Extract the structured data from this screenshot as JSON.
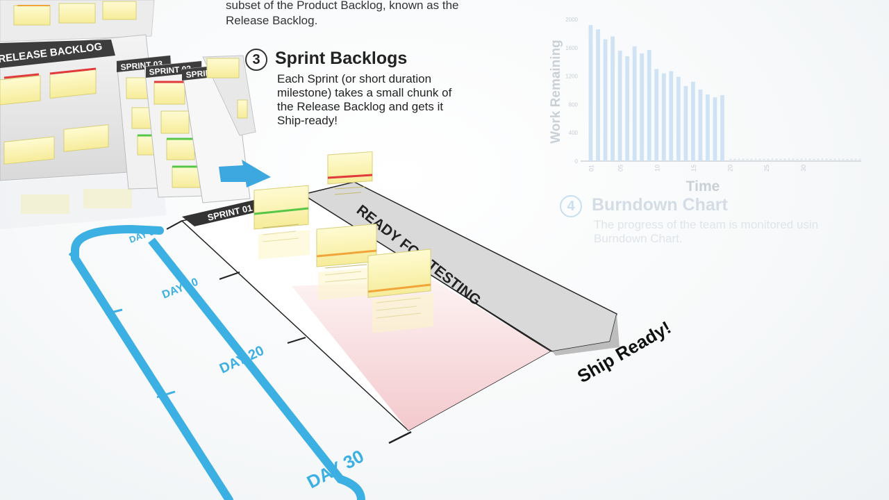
{
  "intro": {
    "line1": "subset of the Product Backlog, known as the",
    "line2": "Release Backlog."
  },
  "release_backlog": {
    "label": "RELEASE BACKLOG"
  },
  "sprint_panels": [
    {
      "label": "SPRINT 03"
    },
    {
      "label": "SPRINT 02"
    },
    {
      "label": "SPRINT 01"
    }
  ],
  "step3": {
    "number": "3",
    "title": "Sprint Backlogs",
    "desc_lines": [
      "Each Sprint (or short duration",
      "milestone) takes a small chunk of",
      "the Release Backlog and gets it",
      "Ship-ready!"
    ]
  },
  "board": {
    "sprint_label": "SPRINT 01",
    "ready_label": "READY FOR TESTING",
    "ship_label": "Ship Ready!",
    "days": [
      "DAY 0",
      "DAY 10",
      "DAY 20",
      "DAY 30"
    ]
  },
  "step4": {
    "number": "4",
    "title": "Burndown Chart",
    "desc_line1": "The progress of the team is monitored usin",
    "desc_line2": "Burndown Chart."
  },
  "chart_data": {
    "type": "bar",
    "title": "",
    "xlabel": "Time",
    "ylabel": "Work Remaining",
    "ylim": [
      0,
      2000
    ],
    "yticks": [
      "0",
      "400",
      "800",
      "1200",
      "1600",
      "2000"
    ],
    "xticks": [
      "01",
      "05",
      "10",
      "15",
      "20",
      "25",
      "30"
    ],
    "x": [
      1,
      2,
      3,
      4,
      5,
      6,
      7,
      8,
      9,
      10,
      11,
      12,
      13,
      14,
      15,
      16,
      17,
      18,
      19
    ],
    "values": [
      1920,
      1860,
      1720,
      1760,
      1560,
      1480,
      1620,
      1520,
      1570,
      1300,
      1240,
      1270,
      1190,
      1060,
      1120,
      1010,
      940,
      900,
      930
    ],
    "xlim": [
      0,
      38
    ],
    "grid": false,
    "colors": {
      "bars": "#cfe3f4",
      "axis": "#d8dde2",
      "text": "#c7ced5"
    }
  },
  "colors": {
    "accent_blue": "#3db0e3",
    "card_yellow": "#fff7bf",
    "card_green_edge": "#55c646",
    "card_red_edge": "#e03a3a",
    "card_orange_edge": "#f1a43a"
  }
}
